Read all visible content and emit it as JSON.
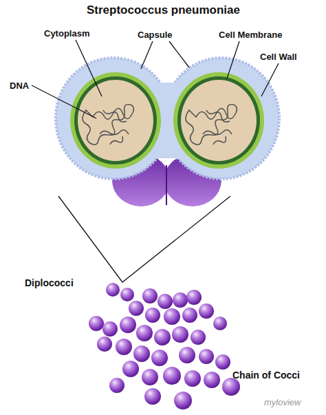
{
  "diagram": {
    "title": "Streptococcus pneumoniae",
    "labels": [
      "Cytoplasm",
      "Capsule",
      "Cell Membrane",
      "Cell Wall",
      "DNA",
      "Diplococci",
      "Chain of Cocci",
      "myloview"
    ]
  }
}
